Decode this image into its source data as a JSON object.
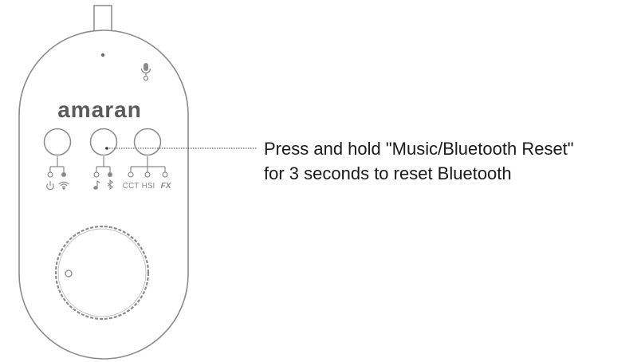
{
  "device": {
    "brand": "amaran",
    "labels": {
      "cct": "CCT",
      "hsi": "HSI",
      "fx": "FX"
    },
    "icons": [
      "power-icon",
      "wifi-icon",
      "music-note-icon",
      "bluetooth-icon",
      "microphone-icon"
    ]
  },
  "callout": {
    "line1": "Press and hold \"Music/Bluetooth Reset\"",
    "line2": "for 3 seconds to reset Bluetooth"
  },
  "colors": {
    "stroke": "#8a8a8a",
    "text": "#1a1a1a"
  }
}
